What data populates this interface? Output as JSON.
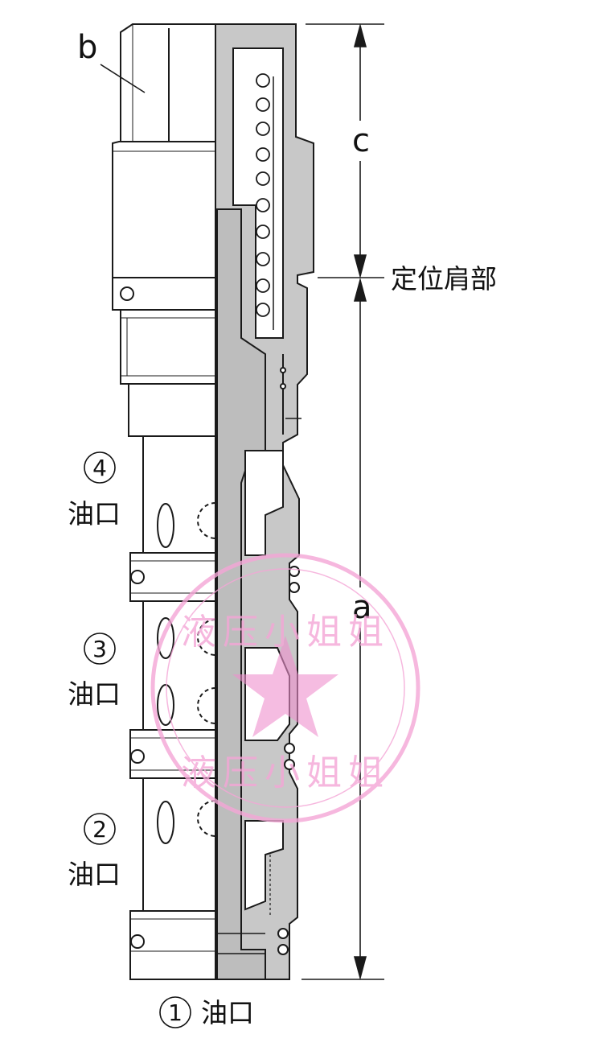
{
  "labels": {
    "b": "b",
    "c": "c",
    "a": "a",
    "locating_shoulder": "定位肩部"
  },
  "ports": [
    {
      "number": "4",
      "label": "油口"
    },
    {
      "number": "3",
      "label": "油口"
    },
    {
      "number": "2",
      "label": "油口"
    },
    {
      "number": "1",
      "label": "油口"
    }
  ],
  "watermark": {
    "text_top": "液压小姐姐",
    "text_bottom": "液压小姐姐",
    "color": "#f4a6d6"
  },
  "colors": {
    "body_fill": "#ffffff",
    "section_fill": "#c8c8c8",
    "line": "#1a1a1a"
  }
}
